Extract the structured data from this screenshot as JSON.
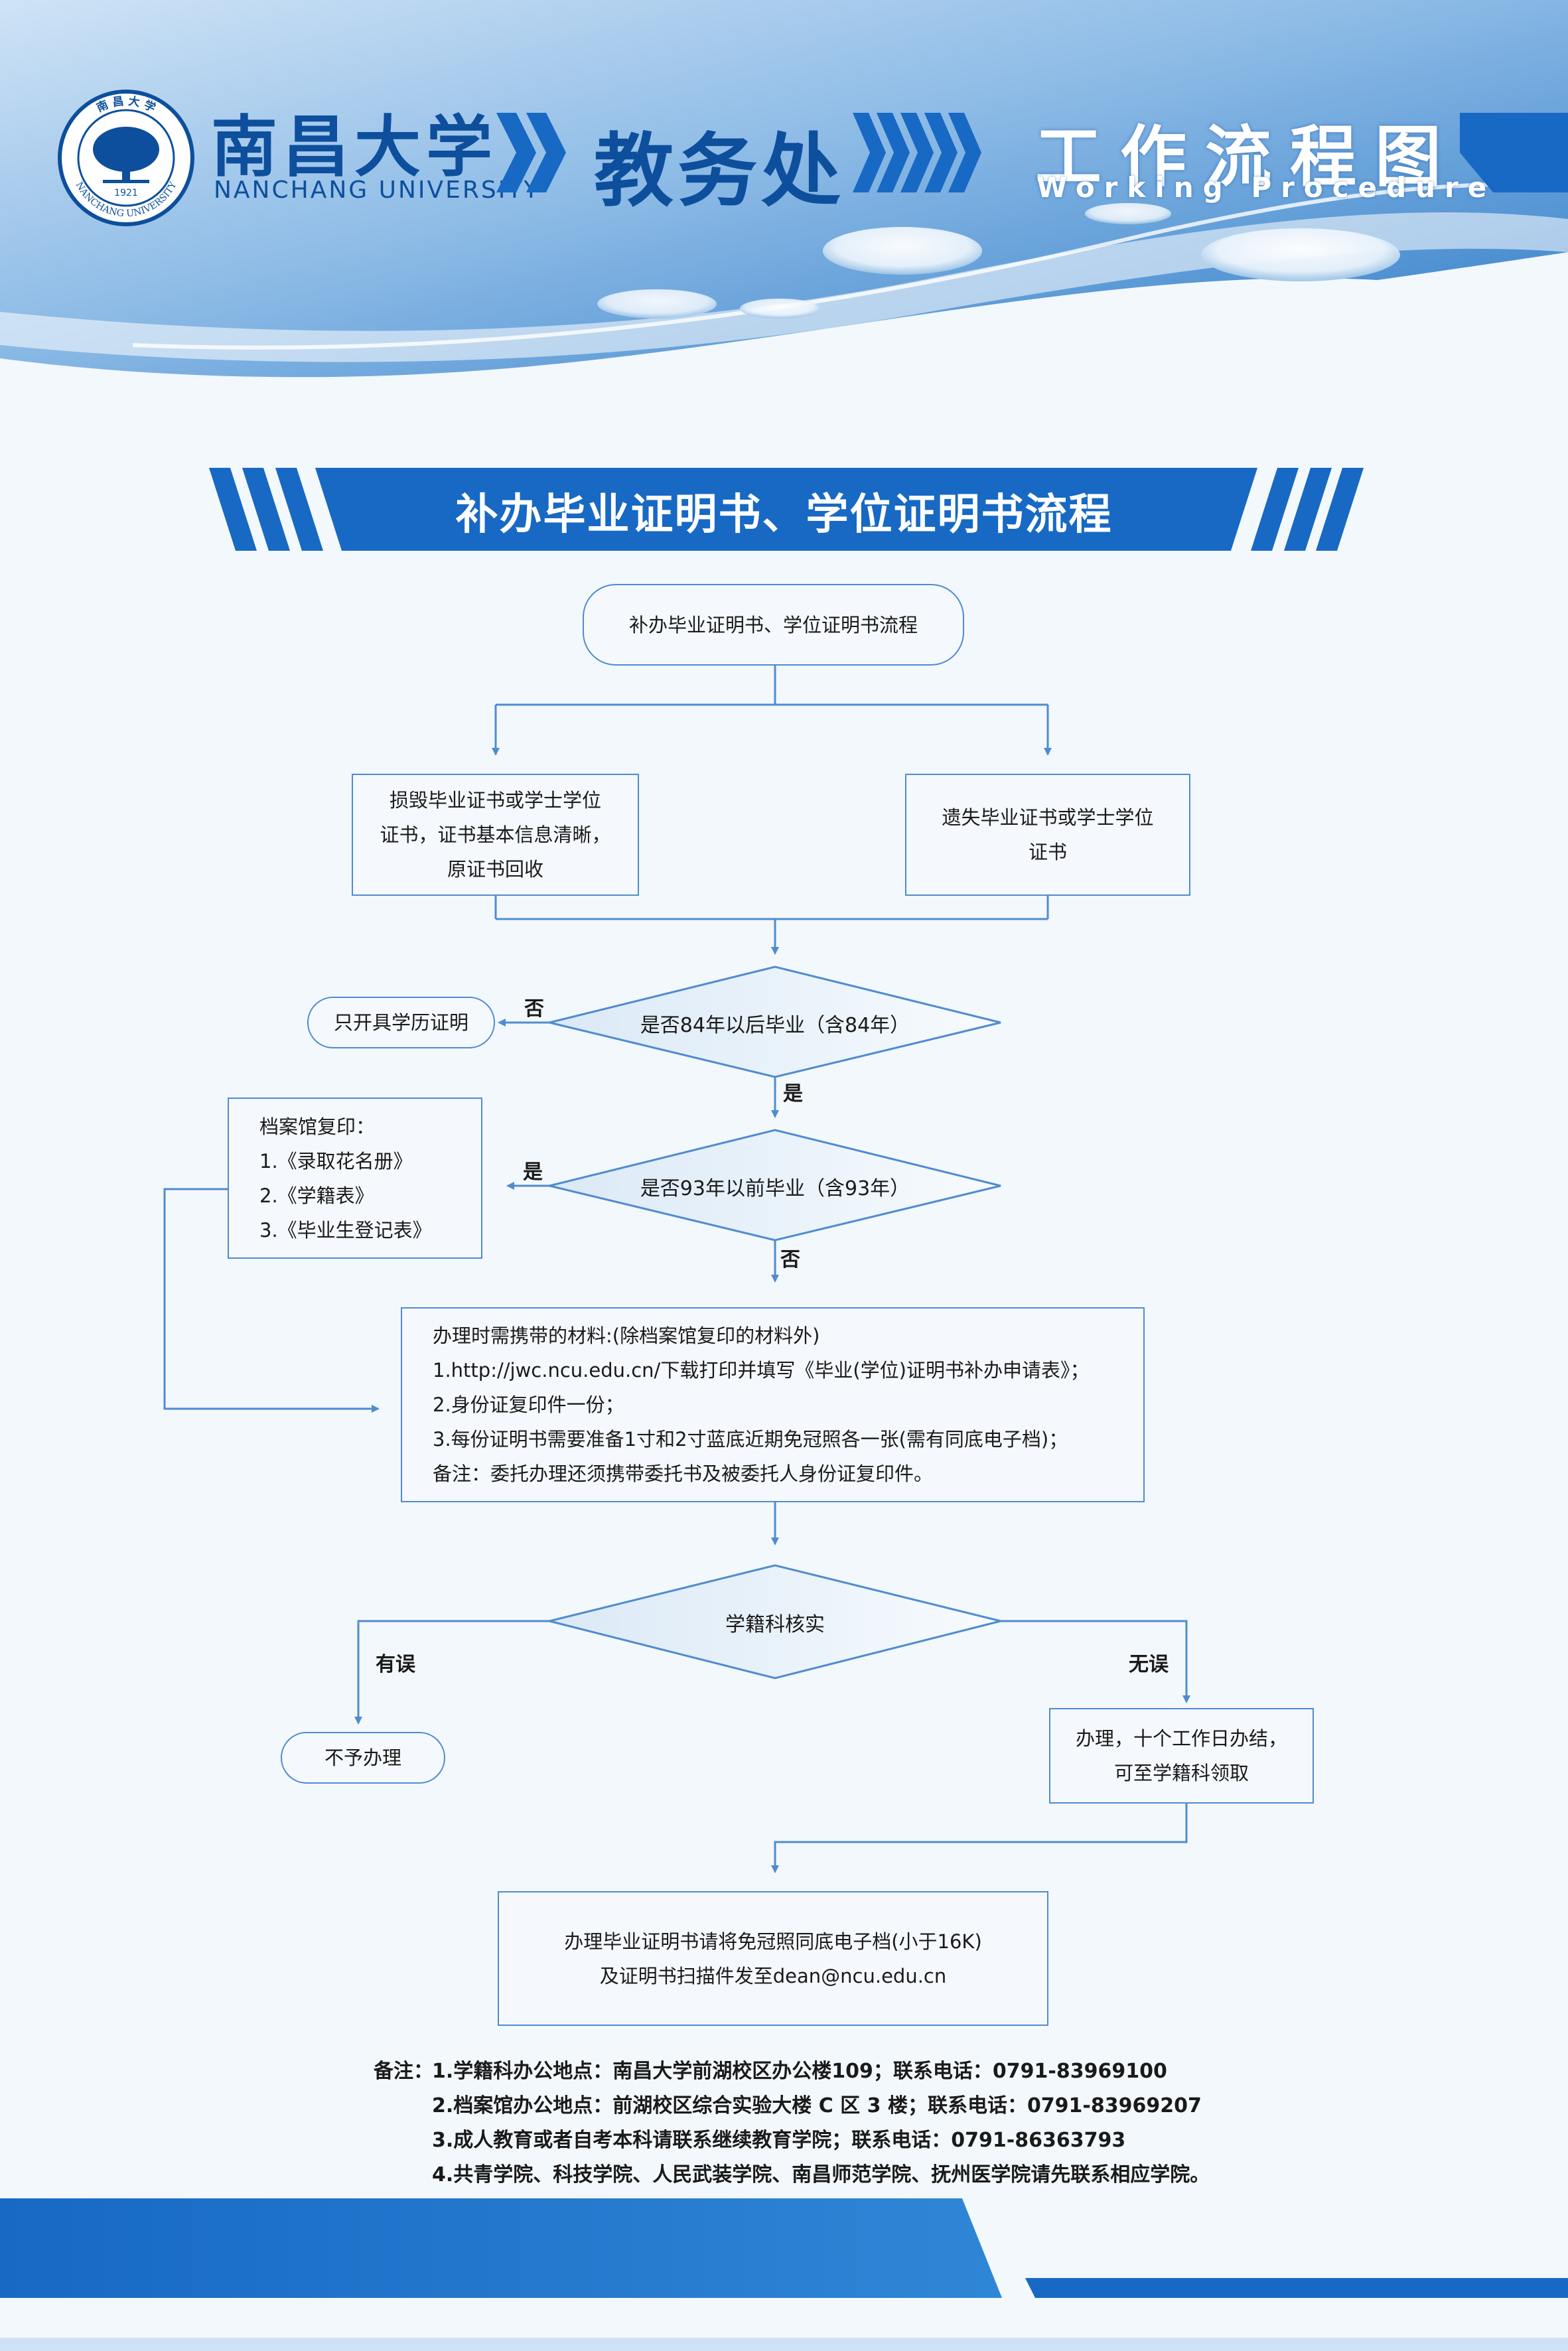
{
  "header": {
    "logo": {
      "cn": "南昌大学",
      "en": "NANCHANG UNIVERSITY",
      "seal_year": "1921"
    },
    "department": "教务处",
    "procedure_cn": "工作流程图",
    "procedure_en": "Working Procedure"
  },
  "banner": {
    "title": "补办毕业证明书、学位证明书流程"
  },
  "flow": {
    "start": "补办毕业证明书、学位证明书流程",
    "damaged": [
      "损毁毕业证书或学士学位",
      "证书，证书基本信息清晰，",
      "原证书回收"
    ],
    "lost": [
      "遗失毕业证书或学士学位",
      "证书"
    ],
    "decision1": "是否84年以后毕业（含84年）",
    "decision1_no": "否",
    "decision1_yes": "是",
    "only_education_proof": "只开具学历证明",
    "decision2": "是否93年以前毕业（含93年）",
    "decision2_yes": "是",
    "decision2_no": "否",
    "archive": [
      "档案馆复印：",
      "1.《录取花名册》",
      "2.《学籍表》",
      "3.《毕业生登记表》"
    ],
    "materials": [
      "办理时需携带的材料:(除档案馆复印的材料外)",
      "1.http://jwc.ncu.edu.cn/下载打印并填写《毕业(学位)证明书补办申请表》；",
      "2.身份证复印件一份；",
      "3.每份证明书需要准备1寸和2寸蓝底近期免冠照各一张(需有同底电子档)；",
      "备注：委托办理还须携带委托书及被委托人身份证复印件。"
    ],
    "decision3": "学籍科核实",
    "decision3_error": "有误",
    "decision3_ok": "无误",
    "reject": "不予办理",
    "process": [
      "办理，十个工作日办结，",
      "可至学籍科领取"
    ],
    "final": [
      "办理毕业证明书请将免冠照同底电子档(小于16K)",
      "及证明书扫描件发至dean@ncu.edu.cn"
    ]
  },
  "notes": {
    "prefix": "备注：",
    "items": [
      "1.学籍科办公地点：南昌大学前湖校区办公楼109；联系电话：0791-83969100",
      "2.档案馆办公地点：前湖校区综合实验大楼 C 区 3 楼；联系电话：0791-83969207",
      "3.成人教育或者自考本科请联系继续教育学院；联系电话：0791-86363793",
      "4.共青学院、科技学院、人民武装学院、南昌师范学院、抚州医学院请先联系相应学院。"
    ]
  },
  "colors": {
    "primary": "#1769c4",
    "dark": "#0d4f9c",
    "line": "#4f8ccf",
    "light": "#cfe2f5",
    "background": "#f3f8fc"
  }
}
